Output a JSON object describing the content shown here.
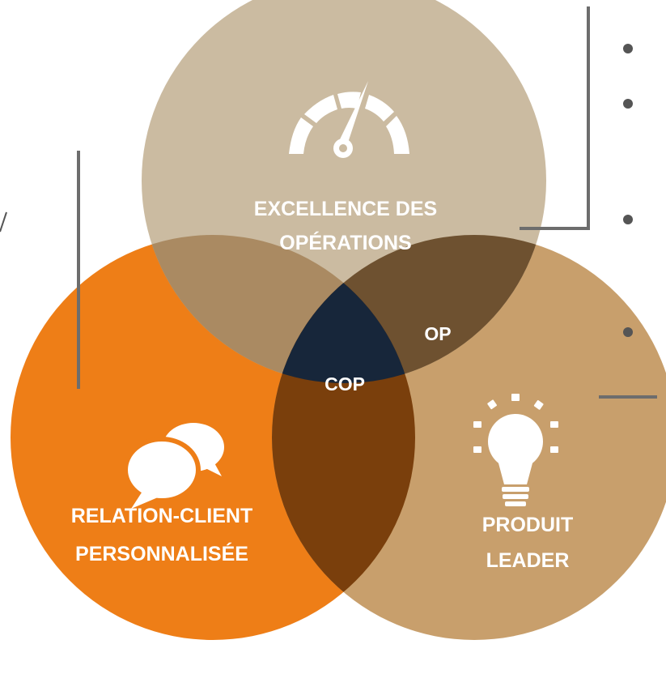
{
  "circles": {
    "top": {
      "line1": "EXCELLENCE DES",
      "line2": "OPÉRATIONS",
      "icon": "speedometer-icon",
      "color": "#CBBBA1"
    },
    "left": {
      "line1": "RELATION-CLIENT",
      "line2": "PERSONNALISÉE",
      "icon": "speech-bubbles-icon",
      "color": "#EE7E17"
    },
    "right": {
      "line1": "PRODUIT",
      "line2": "LEADER",
      "icon": "lightbulb-icon",
      "color": "#C89F6C"
    }
  },
  "intersections": {
    "top_right": {
      "label": "OP",
      "color": "#6E5130"
    },
    "top_left": {
      "color": "#AA8A62"
    },
    "left_right": {
      "color": "#7A3F0C"
    },
    "center": {
      "label": "COP",
      "color": "#17263A"
    }
  },
  "callouts": {
    "line_color": "#6D6D6D",
    "bullet_color": "#555555"
  }
}
